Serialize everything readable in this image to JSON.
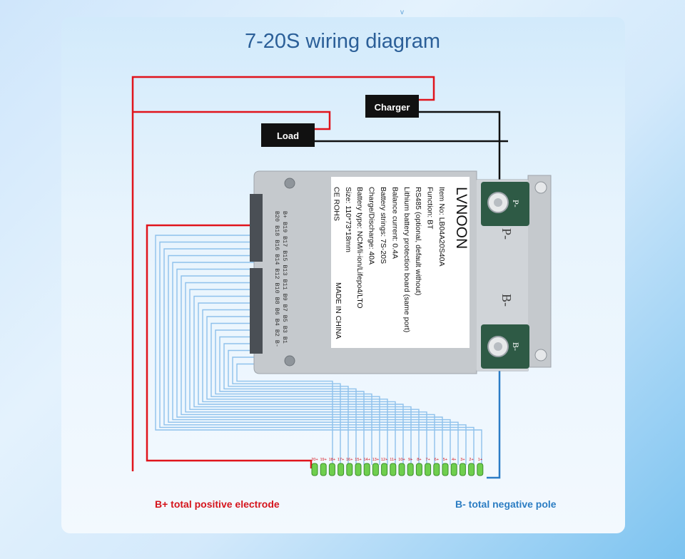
{
  "title": "7-20S wiring diagram",
  "top_mark": "v",
  "charger_label": "Charger",
  "load_label": "Load",
  "board": {
    "brand": "LVNOON",
    "specs": [
      "Item No: LB04A20S40A",
      "Function: BT",
      "RS485 (optional, default without)",
      "Lithium battery protection board (same port)",
      "Balance current: 0.4A",
      "Battery strings: 7S-20S",
      "Charge/Discharge: 40A",
      "Battery type: NCM/li-ion/Lifepo4/LTO",
      "Size: 110*73*18mm",
      "CE ROHS"
    ],
    "made_in": "MADE IN CHINA",
    "pin_row1": "B+ B19 B17 B15 B13 B11 B9 B7 B5 B3 B1",
    "pin_row2": "B20 B18 B16 B14 B12 B10 B8 B6 B4 B2 B-",
    "port_p": "P-",
    "port_b": "B-",
    "port_p_side": "P-",
    "port_b_side": "B-"
  },
  "cells": [
    "20+",
    "19+",
    "18+",
    "17+",
    "16+",
    "15+",
    "14+",
    "13+",
    "12+",
    "11+",
    "10+",
    "9+",
    "8+",
    "7+",
    "6+",
    "5+",
    "4+",
    "3+",
    "2+",
    "1+"
  ],
  "b_plus_label": "B+ total positive electrode",
  "b_minus_label": "B- total negative pole",
  "colors": {
    "red_wire": "#e0141c",
    "black_wire": "#111111",
    "blue_wire": "#2b7cc6",
    "balance_wire": "#8ec1ec",
    "cell_green": "#6fcf4e"
  }
}
